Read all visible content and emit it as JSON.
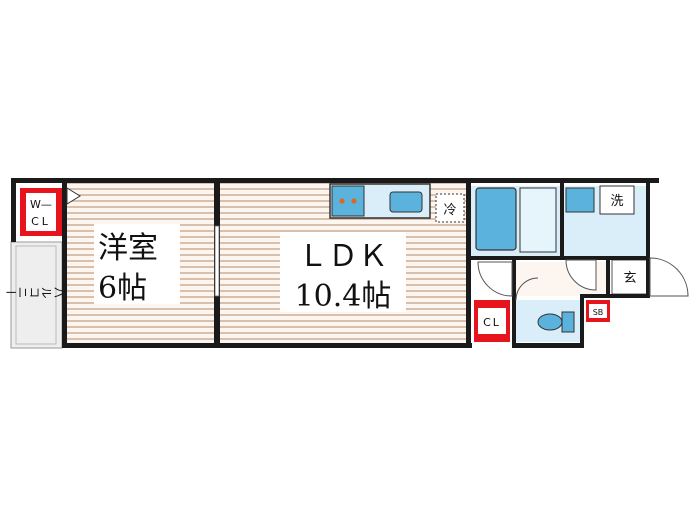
{
  "rooms": {
    "western": {
      "name": "洋室",
      "size": "6帖"
    },
    "ldk": {
      "name": "ＬＤＫ",
      "size": "10.4帖"
    }
  },
  "labels": {
    "wcl_top": "W—",
    "wcl_bottom": "CL",
    "balcony": "バルコニー",
    "fridge": "冷",
    "washer": "洗",
    "entrance": "玄",
    "closet": "CL",
    "shoebox": "SB"
  },
  "colors": {
    "wall": "#1a1a1a",
    "floor_line": "#c8a98e",
    "floor_bg": "#fdf6f0",
    "wet_area": "#d9eef8",
    "fixture_blue": "#5bb3dd",
    "storage_red": "#e8141d",
    "balcony_bg": "#eeeeee",
    "entrance_bg": "#ffffff"
  }
}
